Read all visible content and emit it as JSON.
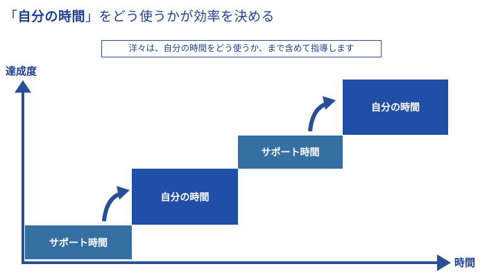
{
  "title": {
    "open_bracket": "「",
    "highlight": "自分の時間",
    "close_bracket": "」",
    "rest": "をどう使うかが効率を決める"
  },
  "subtitle": "洋々は、自分の時間をどう使うか、まで含めて指導します",
  "axes": {
    "y_label": "達成度",
    "x_label": "時間"
  },
  "steps": [
    {
      "label": "サポート時間",
      "kind": "support"
    },
    {
      "label": "自分の時間",
      "kind": "own"
    },
    {
      "label": "サポート時間",
      "kind": "support"
    },
    {
      "label": "自分の時間",
      "kind": "own"
    }
  ],
  "colors": {
    "axis": "#2a4f95",
    "support": "#3670a3",
    "own": "#214ea6",
    "text": "#1e3f8f"
  }
}
